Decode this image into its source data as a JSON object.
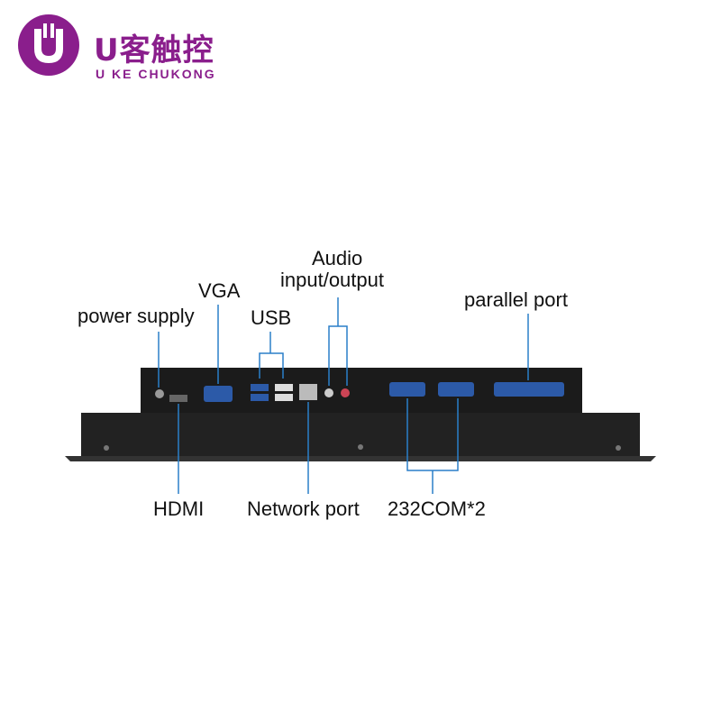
{
  "brand": {
    "name_cn": "U客触控",
    "name_en": "U KE CHUKONG",
    "color": "#8a1e8c"
  },
  "labels": {
    "power_supply": "power supply",
    "vga": "VGA",
    "usb": "USB",
    "audio_line1": "Audio",
    "audio_line2": "input/output",
    "parallel_port": "parallel port",
    "hdmi": "HDMI",
    "network_port": "Network port",
    "com": "232COM*2"
  },
  "colors": {
    "leader_line": "#2a7fc9",
    "chassis": "#1b1b1b",
    "port_blue": "#2c5aa8",
    "audio_in": "#cc4455"
  }
}
